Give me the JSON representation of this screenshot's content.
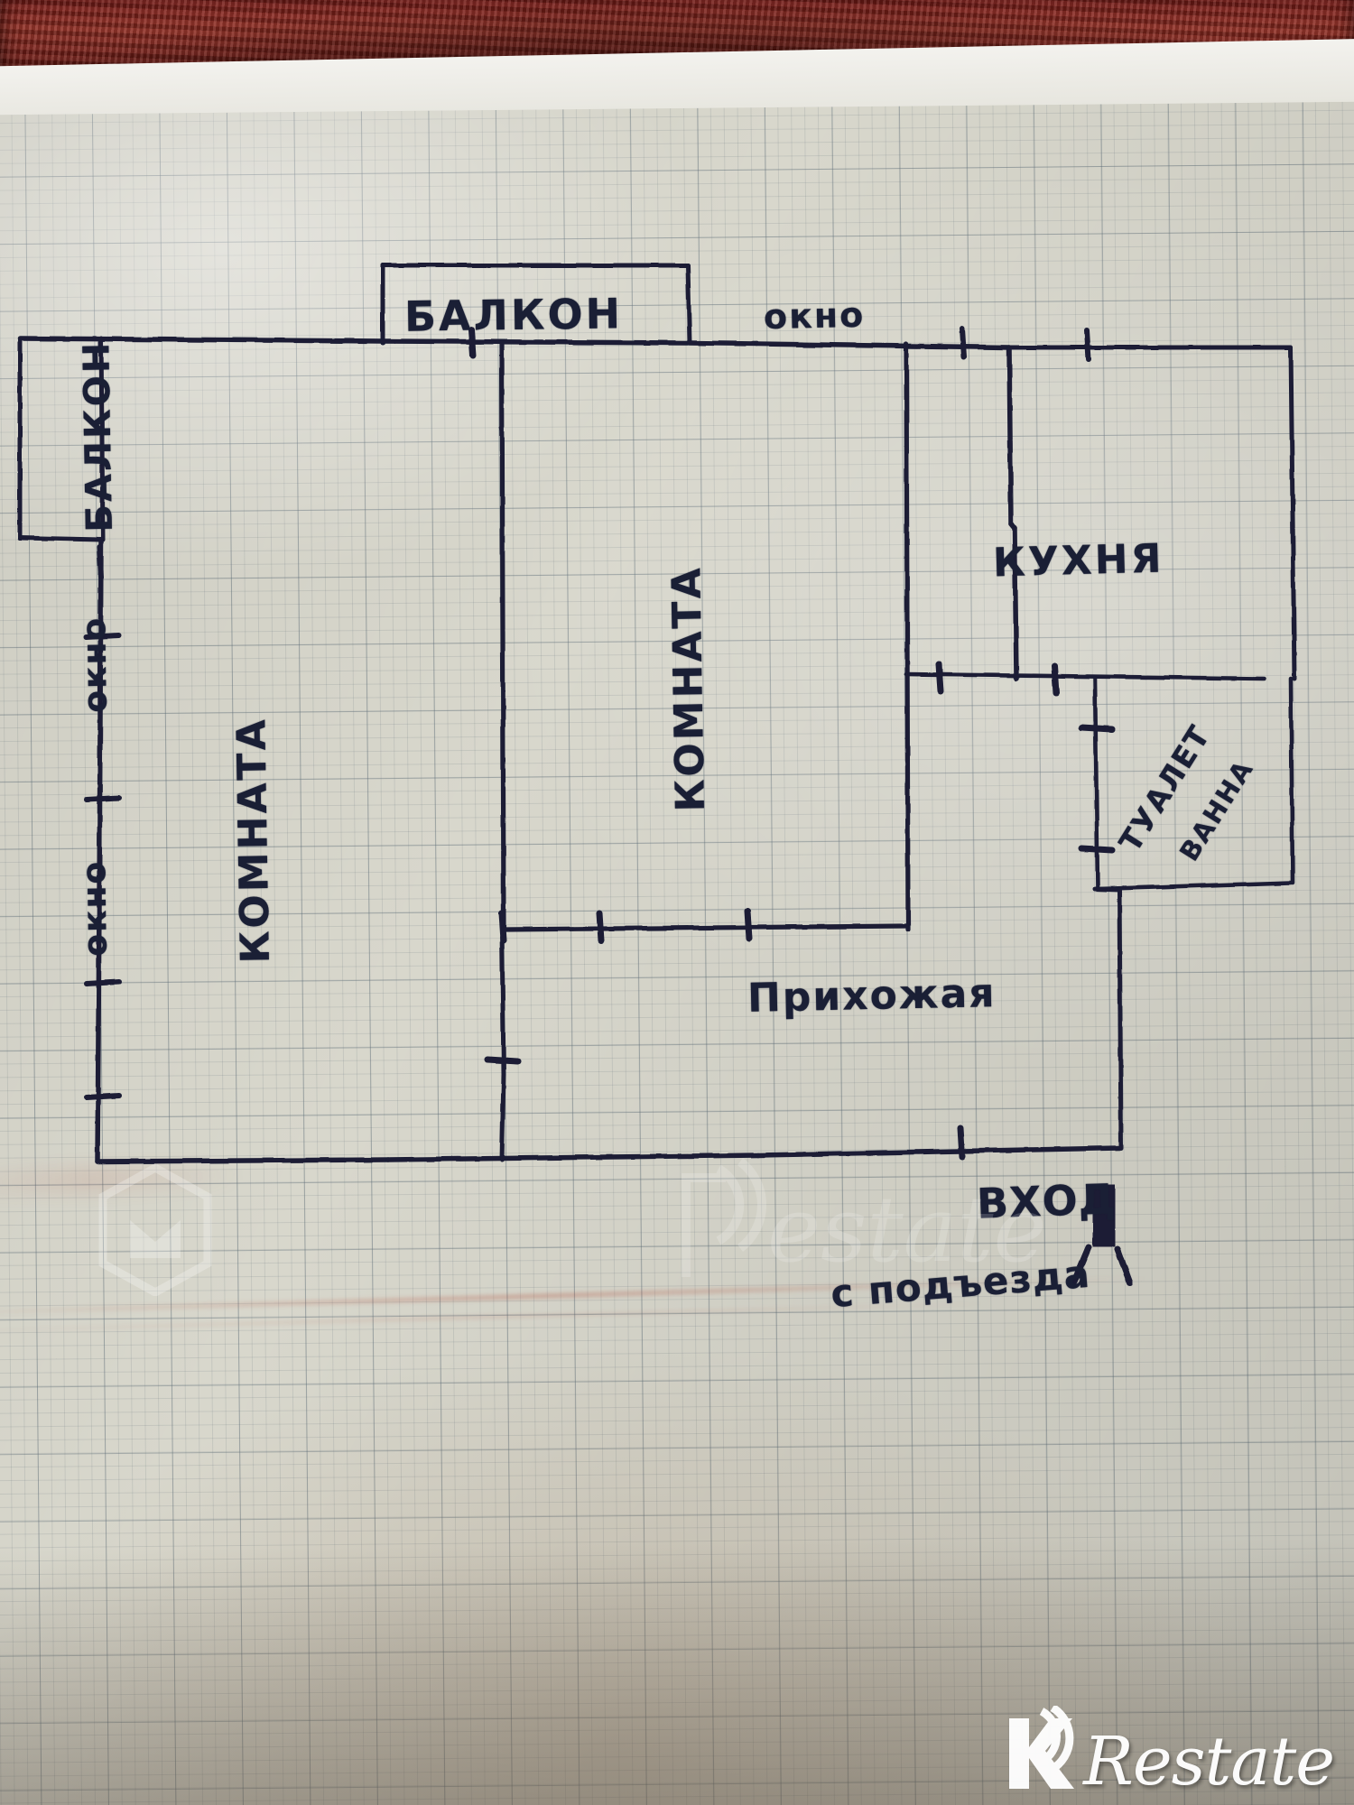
{
  "document": {
    "kind": "hand-drawn apartment floor plan on graph paper",
    "language": "ru"
  },
  "labels": {
    "balcony_top": "БАЛКОН",
    "balcony_left": "БАЛКОН",
    "window_top_right": "окно",
    "window_left_upper": "окно",
    "window_left_lower": "окно",
    "room_left": "КОМНАТА",
    "room_center": "КОМНАТА",
    "kitchen": "КУХНЯ",
    "toilet": "ТУАЛЕТ",
    "bath": "ВАННА",
    "hallway": "Прихожая",
    "entrance_line1": "ВХОД",
    "entrance_line2": "с подъезда"
  },
  "rooms": [
    {
      "id": "balcony-top",
      "name": "БАЛКОН",
      "position": "top-center"
    },
    {
      "id": "balcony-left",
      "name": "БАЛКОН",
      "position": "top-left"
    },
    {
      "id": "room-left",
      "name": "КОМНАТА",
      "position": "left"
    },
    {
      "id": "room-center",
      "name": "КОМНАТА",
      "position": "center"
    },
    {
      "id": "kitchen",
      "name": "КУХНЯ",
      "position": "top-right"
    },
    {
      "id": "bathroom",
      "name": "ТУАЛЕТ ВАННА",
      "position": "right"
    },
    {
      "id": "hallway",
      "name": "Прихожая",
      "position": "bottom-center"
    }
  ],
  "openings": [
    {
      "id": "window-left-upper",
      "name": "окно",
      "side": "left"
    },
    {
      "id": "window-left-lower",
      "name": "окно",
      "side": "left"
    },
    {
      "id": "window-top-right",
      "name": "окно",
      "side": "top-right"
    },
    {
      "id": "entrance",
      "name": "ВХОД с подъезда",
      "side": "bottom-right"
    }
  ],
  "watermark": {
    "brand": "Restate",
    "logo_icon": "restate-logo-icon"
  },
  "colors": {
    "ink": "#1a1f35",
    "paper": "#d8d7cc",
    "grid_line": "#5f6e78",
    "fabric": "#7d1d18",
    "watermark": "#ffffff"
  }
}
